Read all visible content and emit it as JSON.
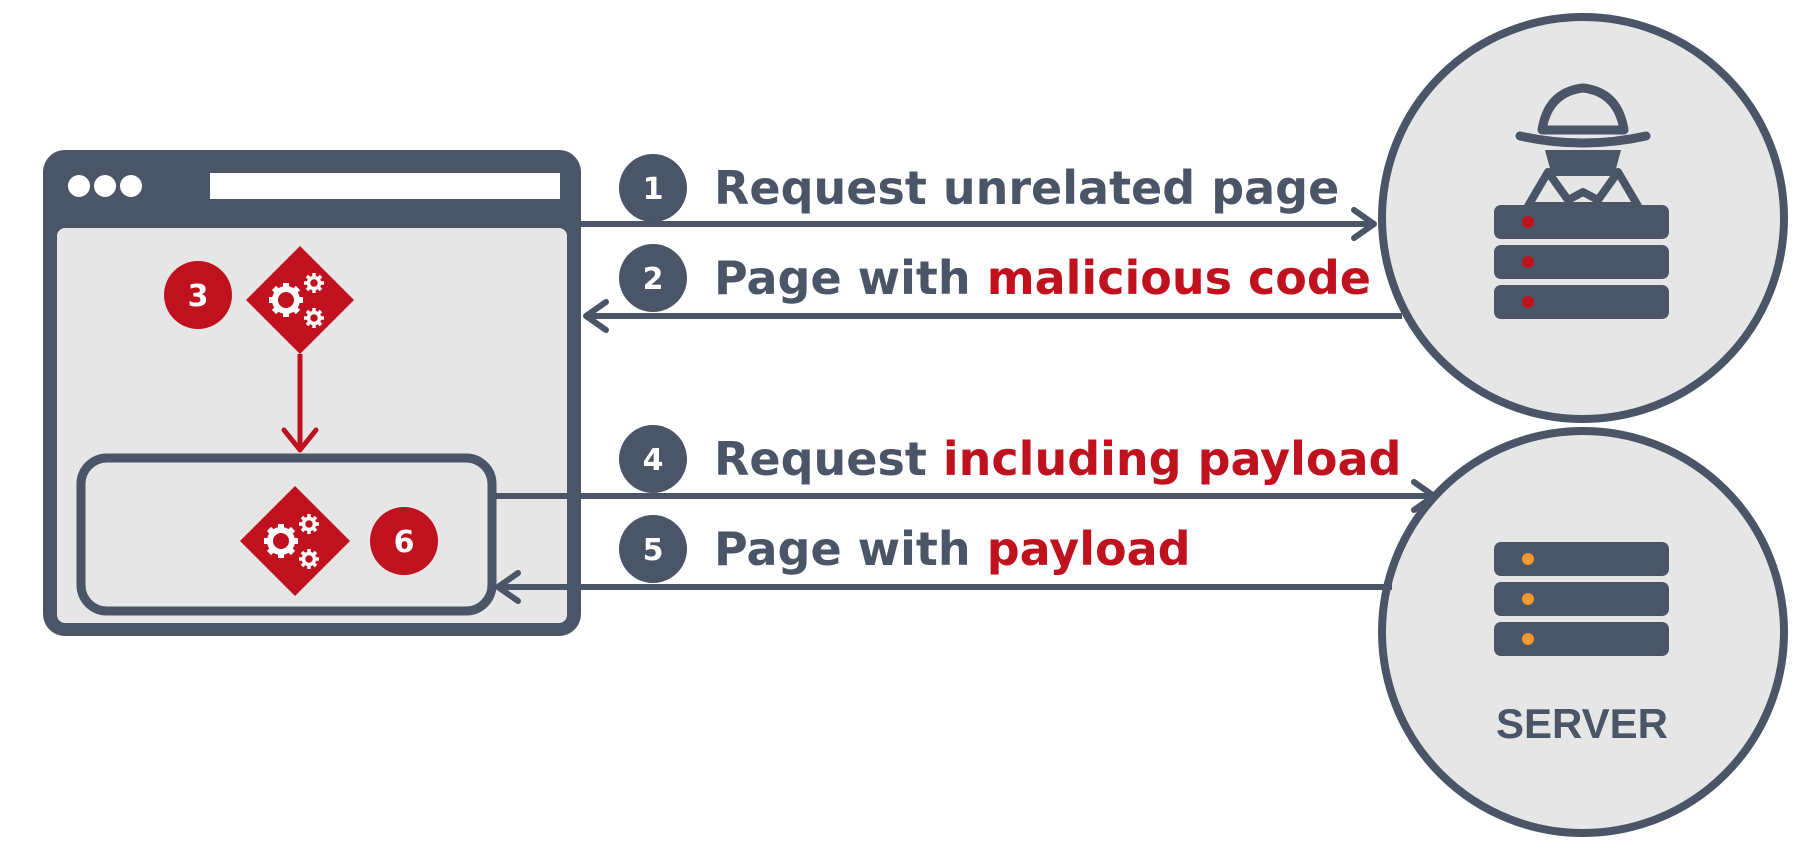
{
  "colors": {
    "slate": "#4a5568",
    "red": "#c0111f",
    "panel": "#e6e6e6",
    "orange": "#f39a2b"
  },
  "browser": {
    "steps": {
      "s3": "3",
      "s6": "6"
    },
    "icons": [
      "gears-icon",
      "gears-icon"
    ]
  },
  "messages": [
    {
      "number": "1",
      "text": "Request unrelated page",
      "highlight": ""
    },
    {
      "number": "2",
      "text": "Page with ",
      "highlight": "malicious code"
    },
    {
      "number": "4",
      "text": "Request ",
      "highlight": "including payload"
    },
    {
      "number": "5",
      "text": "Page with ",
      "highlight": "payload"
    }
  ],
  "attacker": {
    "icon": "spy-icon"
  },
  "server": {
    "label": "SERVER",
    "icon": "server-icon"
  }
}
